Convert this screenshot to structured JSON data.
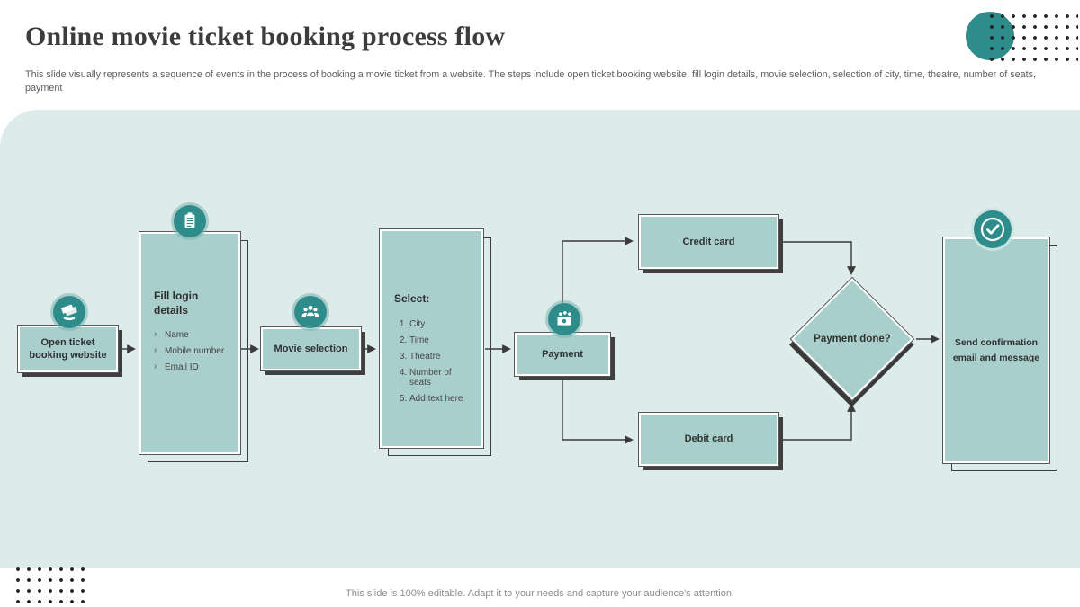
{
  "header": {
    "title": "Online movie ticket booking process flow",
    "subtitle": "This slide visually represents a sequence of events in the process of booking a movie ticket from a website. The steps include open ticket booking website, fill login details, movie selection, selection of city, time, theatre, number of seats, payment"
  },
  "flow": {
    "open_website": {
      "label": "Open ticket booking website",
      "icon": "ticket-icon"
    },
    "fill_login": {
      "title": "Fill login details",
      "items": [
        "Name",
        "Mobile number",
        "Email ID"
      ],
      "icon": "clipboard-icon"
    },
    "movie_selection": {
      "label": "Movie selection",
      "icon": "audience-icon"
    },
    "select": {
      "title": "Select:",
      "items": [
        "City",
        "Time",
        "Theatre",
        "Number of seats",
        "Add text here"
      ]
    },
    "payment": {
      "label": "Payment",
      "icon": "cash-icon"
    },
    "credit_card": {
      "label": "Credit card"
    },
    "debit_card": {
      "label": "Debit card"
    },
    "payment_done": {
      "label": "Payment done?"
    },
    "send_confirmation": {
      "label": "Send confirmation email and message",
      "icon": "check-icon"
    }
  },
  "footer": {
    "note": "This slide is 100% editable. Adapt it to your needs and capture your audience's attention."
  },
  "colors": {
    "accent_teal": "#2e8c8a",
    "box_fill": "#a9cfcc",
    "canvas_bg": "#ddecea",
    "line": "#3a3a3a"
  }
}
